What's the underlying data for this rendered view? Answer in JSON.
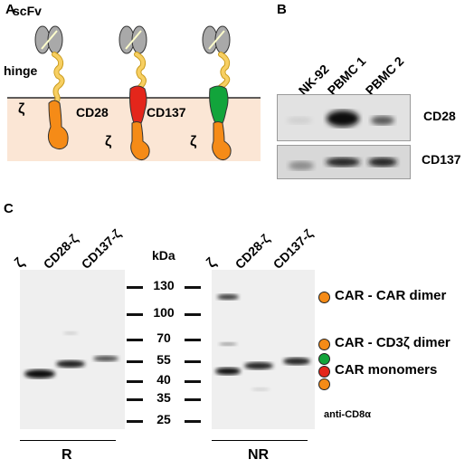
{
  "panel_a": {
    "letter": "A",
    "scfv_label": "scFv",
    "hinge_label": "hinge",
    "zeta": "ζ",
    "cd28_label": "CD28",
    "cd137_label": "CD137",
    "colors": {
      "membrane_bg": "#fbe6d5",
      "hinge": "#f7cf62",
      "zeta": "#f58b17",
      "cd28": "#e4261b",
      "cd137": "#12a43b",
      "scfv": "#a9a9a9"
    }
  },
  "panel_b": {
    "letter": "B",
    "lanes": [
      "NK-92",
      "PBMC 1",
      "PBMC 2"
    ],
    "rows": [
      "CD28",
      "CD137"
    ]
  },
  "panel_c": {
    "letter": "C",
    "lanes_r": [
      "ζ",
      "CD28-ζ",
      "CD137-ζ"
    ],
    "lanes_nr": [
      "ζ",
      "CD28-ζ",
      "CD137-ζ"
    ],
    "kda_label": "kDa",
    "markers": [
      "130",
      "100",
      "70",
      "55",
      "40",
      "35",
      "25"
    ],
    "legend": [
      {
        "text": "CAR - CAR dimer",
        "color": "#f58b17"
      },
      {
        "text": "CAR - CD3ζ dimer",
        "color": "#f58b17"
      },
      {
        "text": "CAR monomers",
        "color": "#12a43b"
      }
    ],
    "legend_extra_dots": [
      "#e4261b",
      "#f58b17"
    ],
    "antibody": "anti-CD8α",
    "r_label": "R",
    "nr_label": "NR"
  }
}
